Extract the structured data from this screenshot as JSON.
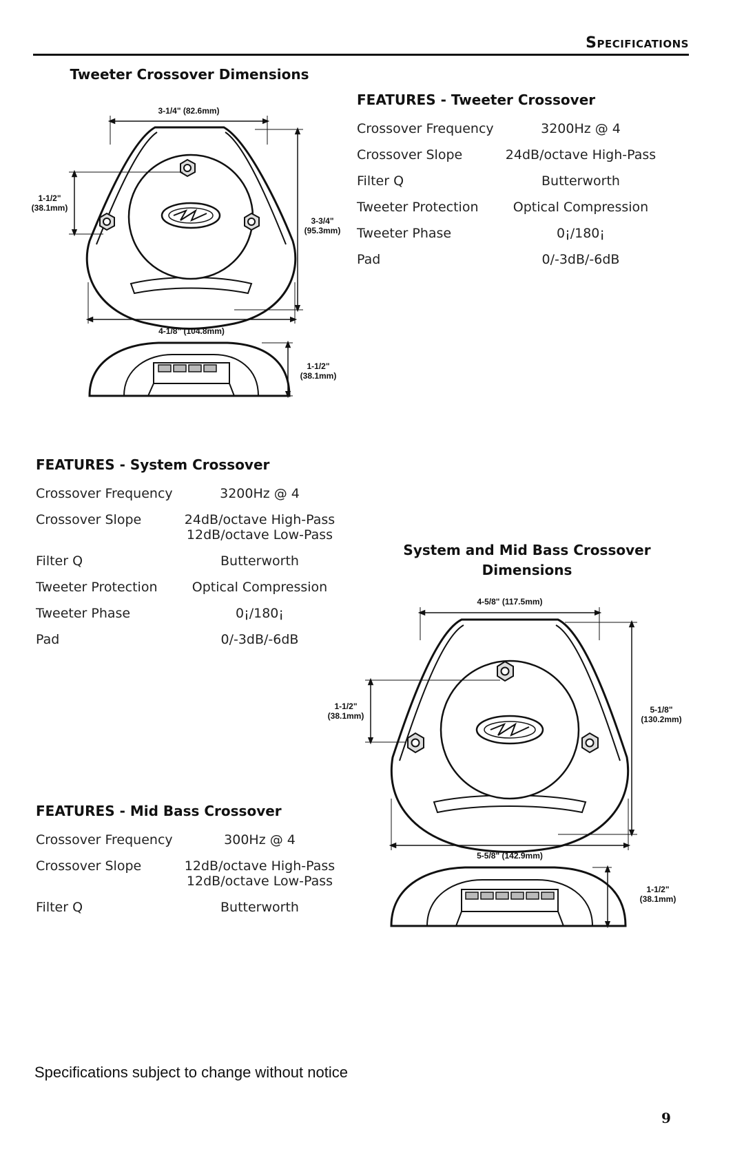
{
  "header": {
    "title": "Specifications"
  },
  "tweeter_figure": {
    "title": "Tweeter Crossover Dimensions",
    "dim_top": "3-1/4\" (82.6mm)",
    "dim_left_1": "1-1/2\"",
    "dim_left_2": "(38.1mm)",
    "dim_right_1": "3-3/4\"",
    "dim_right_2": "(95.3mm)",
    "dim_bottom": "4-1/8\" (104.8mm)",
    "dim_side_1": "1-1/2\"",
    "dim_side_2": "(38.1mm)"
  },
  "tweeter_features": {
    "title": "FEATURES - Tweeter Crossover",
    "rows": [
      {
        "label": "Crossover Frequency",
        "value": [
          "3200Hz @ 4"
        ]
      },
      {
        "label": "Crossover Slope",
        "value": [
          "24dB/octave High-Pass"
        ]
      },
      {
        "label": "Filter Q",
        "value": [
          "Butterworth"
        ]
      },
      {
        "label": "Tweeter Protection",
        "value": [
          "Optical Compression"
        ]
      },
      {
        "label": "Tweeter Phase",
        "value": [
          "0¡/180¡"
        ]
      },
      {
        "label": "Pad",
        "value": [
          "0/-3dB/-6dB"
        ]
      }
    ]
  },
  "system_features": {
    "title": "FEATURES - System Crossover",
    "rows": [
      {
        "label": "Crossover Frequency",
        "value": [
          "3200Hz @ 4"
        ]
      },
      {
        "label": "Crossover Slope",
        "value": [
          "24dB/octave High-Pass",
          "12dB/octave Low-Pass"
        ]
      },
      {
        "label": "Filter Q",
        "value": [
          "Butterworth"
        ]
      },
      {
        "label": "Tweeter Protection",
        "value": [
          "Optical Compression"
        ]
      },
      {
        "label": "Tweeter Phase",
        "value": [
          "0¡/180¡"
        ]
      },
      {
        "label": "Pad",
        "value": [
          "0/-3dB/-6dB"
        ]
      }
    ]
  },
  "midbass_features": {
    "title": "FEATURES - Mid Bass Crossover",
    "rows": [
      {
        "label": "Crossover Frequency",
        "value": [
          "300Hz @ 4"
        ]
      },
      {
        "label": "Crossover Slope",
        "value": [
          "12dB/octave High-Pass",
          "12dB/octave Low-Pass"
        ]
      },
      {
        "label": "Filter Q",
        "value": [
          "Butterworth"
        ]
      }
    ]
  },
  "system_figure": {
    "title_line1": "System and Mid Bass Crossover",
    "title_line2": "Dimensions",
    "dim_top": "4-5/8\" (117.5mm)",
    "dim_left_1": "1-1/2\"",
    "dim_left_2": "(38.1mm)",
    "dim_right_1": "5-1/8\"",
    "dim_right_2": "(130.2mm)",
    "dim_bottom": "5-5/8\" (142.9mm)",
    "dim_side_1": "1-1/2\"",
    "dim_side_2": "(38.1mm)"
  },
  "footer": {
    "note": "Specifications subject to change without notice",
    "page_number": "9"
  }
}
